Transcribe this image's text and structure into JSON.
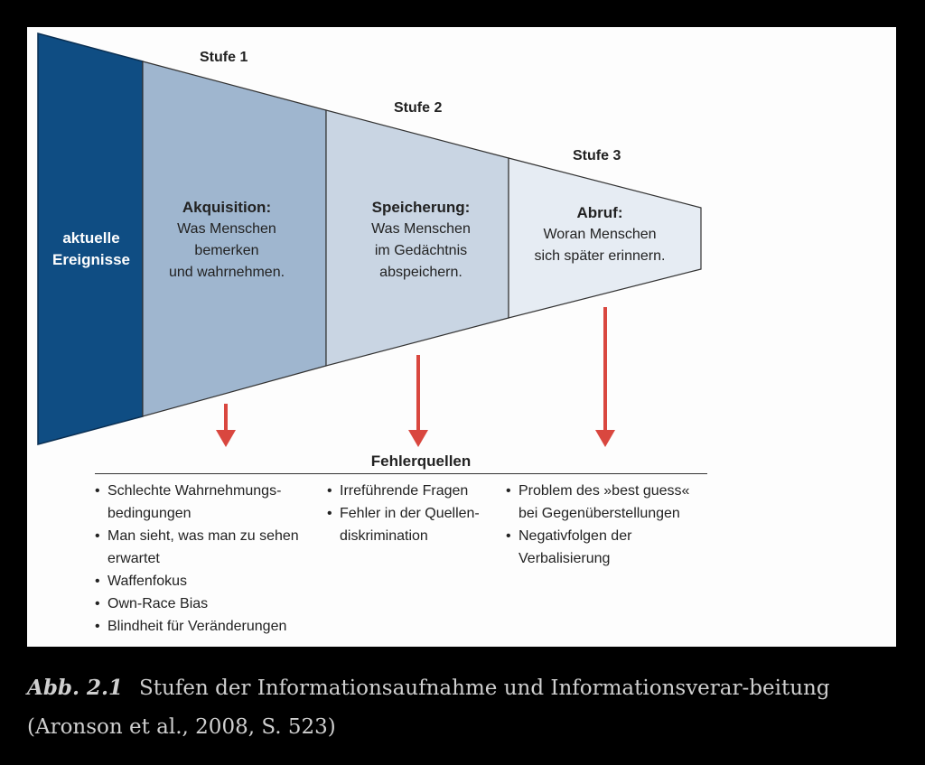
{
  "diagram": {
    "events_label": [
      "aktuelle",
      "Ereignisse"
    ],
    "stages": [
      {
        "stufe": "Stufe 1",
        "title": "Akquisition:",
        "lines": [
          "Was Menschen",
          "bemerken",
          "und wahrnehmen."
        ]
      },
      {
        "stufe": "Stufe 2",
        "title": "Speicherung:",
        "lines": [
          "Was Menschen",
          "im Gedächtnis",
          "abspeichern."
        ]
      },
      {
        "stufe": "Stufe 3",
        "title": "Abruf:",
        "lines": [
          "Woran Menschen",
          "sich später erinnern."
        ]
      }
    ],
    "errors_heading": "Fehlerquellen",
    "error_columns": [
      [
        "Schlechte Wahrnehmungs-bedingungen",
        "Man sieht, was man zu sehen erwartet",
        "Waffenfokus",
        "Own-Race Bias",
        "Blindheit für Veränderungen"
      ],
      [
        "Irreführende Fragen",
        "Fehler in der Quellen-diskrimination"
      ],
      [
        "Problem des »best guess« bei Gegenüberstellungen",
        "Negativfolgen der Verbalisierung"
      ]
    ],
    "colors": {
      "events": "#0f4d83",
      "stage1": "#9fb6cf",
      "stage2": "#c9d5e3",
      "stage3": "#e6ecf3",
      "arrow": "#d9473f"
    }
  },
  "caption": {
    "label": "Abb. 2.1",
    "text": "Stufen der Informationsaufnahme und Informationsverar-beitung (Aronson et al., 2008, S. 523)"
  }
}
